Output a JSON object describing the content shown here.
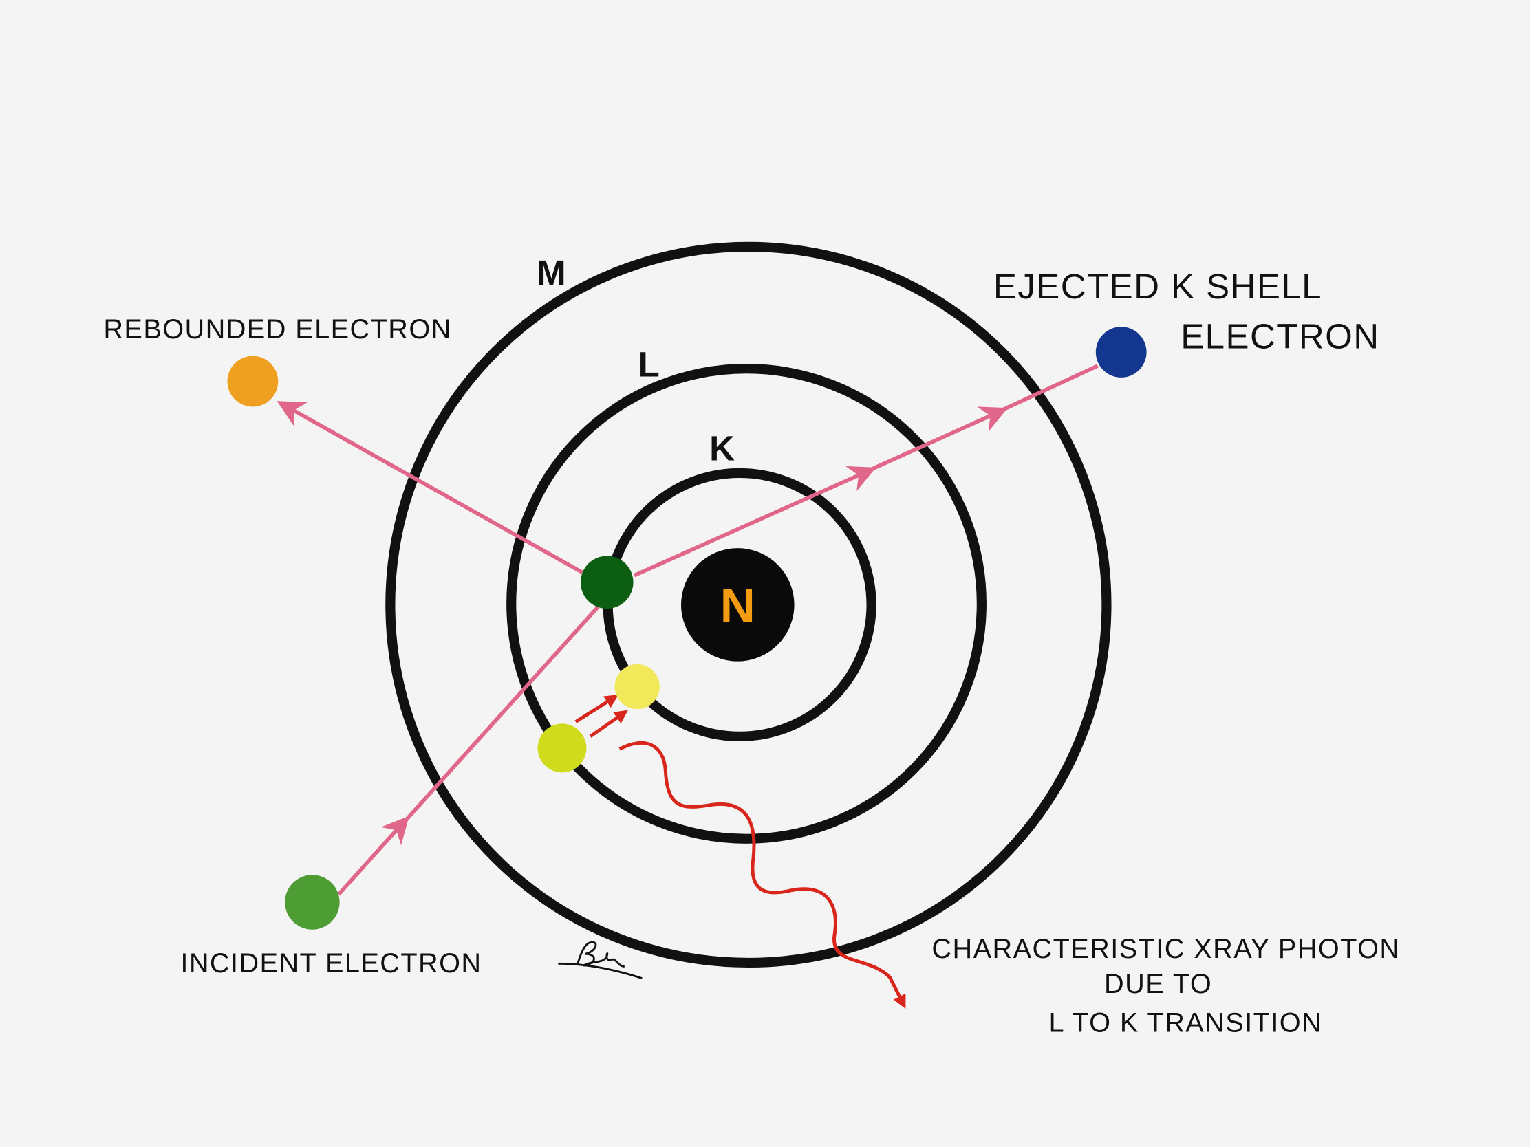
{
  "title": "Characteristic X-ray production",
  "shells": {
    "m": "M",
    "l": "L",
    "k": "K"
  },
  "nucleus": "N",
  "labels": {
    "rebounded": "REBOUNDED ELECTRON",
    "ejected_line1": "EJECTED K SHELL",
    "ejected_line2": "ELECTRON",
    "incident": "INCIDENT ELECTRON",
    "photon_line1": "CHARACTERISTIC XRAY PHOTON",
    "photon_line2": "DUE TO",
    "photon_line3": "L TO K TRANSITION"
  },
  "signature": "Bh",
  "colors": {
    "background": "#f4f4f4",
    "shell": "#111111",
    "path": "#e0668a",
    "photon": "#d9261c",
    "rebounded_electron": "#f0a020",
    "ejected_electron": "#13368f",
    "interaction_electron": "#0b5e12",
    "k_vacancy_electron": "#f1e85a",
    "l_electron": "#cfdb1c",
    "incident_electron": "#4e9c34",
    "nucleus_label": "#f39c12"
  }
}
